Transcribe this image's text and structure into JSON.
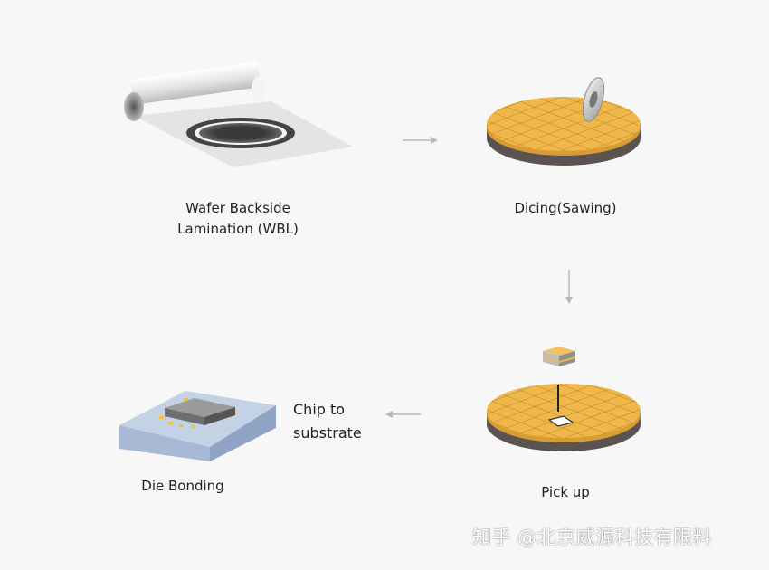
{
  "steps": {
    "wbl": {
      "line1": "Wafer Backside",
      "line2": "Lamination (WBL)"
    },
    "dicing": {
      "label": "Dicing(Sawing)"
    },
    "pickup": {
      "label": "Pick up"
    },
    "die_bonding": {
      "label": "Die Bonding"
    }
  },
  "arrow_label": {
    "line1": "Chip to",
    "line2": "substrate"
  },
  "watermark": "知乎 @北京威源科技有限料",
  "colors": {
    "background": "#f7f7f7",
    "wafer_top": "#f0b84a",
    "wafer_grid": "#9a6a1c",
    "wafer_base": "#5a5350",
    "substrate": "#a7b9d4",
    "chip": "#8a8a8a",
    "arrow": "#b8b8b8"
  }
}
